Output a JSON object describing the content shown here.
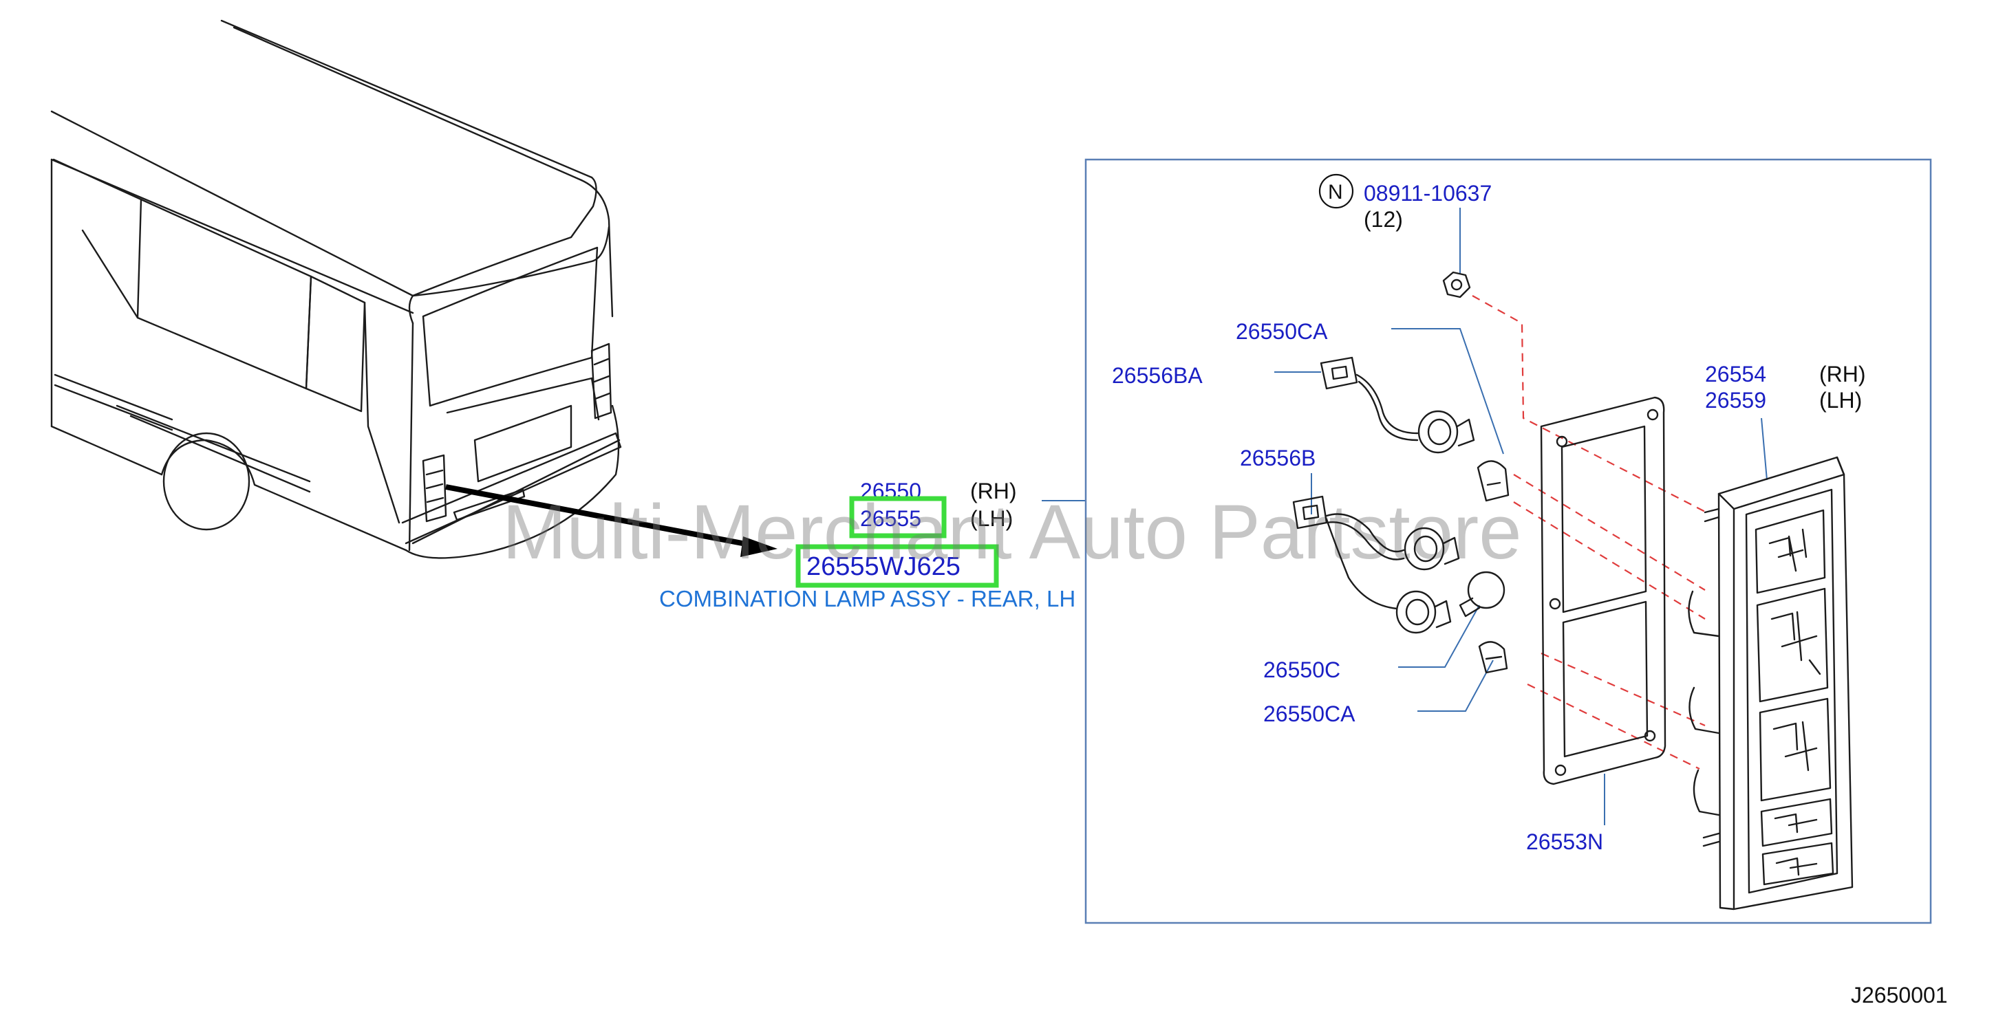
{
  "watermark": "Multi-Merchant Auto Partstore",
  "colors": {
    "part_number": "#1a1fc4",
    "description": "#1f73d6",
    "highlight": "#3ddc3d",
    "leader_line": "#3a6fb0",
    "dashed_line": "#e03c3c",
    "frame": "#5a7fb5"
  },
  "labels": {
    "main_rh_part": "26550",
    "main_rh_side": "(RH)",
    "main_lh_part": "26555",
    "main_lh_side": "(LH)",
    "selected_part_number": "26555WJ625",
    "selected_description": "COMBINATION LAMP ASSY - REAR, LH",
    "nut_symbol": "N",
    "nut_part": "08911-10637",
    "nut_qty": "(12)",
    "socket_ca_top": "26550CA",
    "harness_ba": "26556BA",
    "harness_b": "26556B",
    "bulb_c": "26550C",
    "socket_ca_bottom": "26550CA",
    "gasket": "26553N",
    "lens_rh_part": "26554",
    "lens_rh_side": "(RH)",
    "lens_lh_part": "26559",
    "lens_lh_side": "(LH)",
    "diagram_code": "J2650001"
  }
}
